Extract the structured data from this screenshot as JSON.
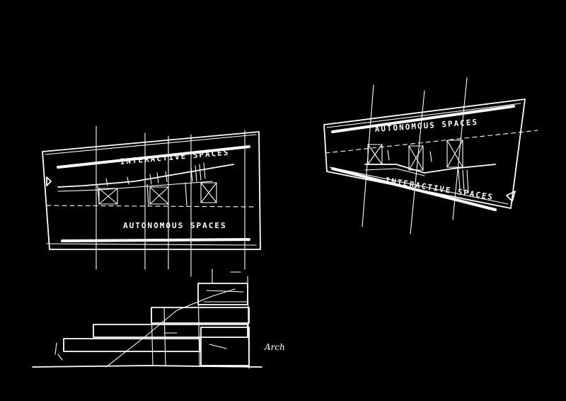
{
  "sketch_left": {
    "label_top": "INTERACTIVE SPACES",
    "label_bottom": "AUTONOMOUS SPACES"
  },
  "sketch_right": {
    "label_top": "AUTONOMOUS SPACES",
    "label_bottom": "INTERACTIVE SPACES"
  },
  "section_sketch": {
    "note": "Arch"
  },
  "colors": {
    "background": "#000000",
    "ink": "#ffffff"
  }
}
